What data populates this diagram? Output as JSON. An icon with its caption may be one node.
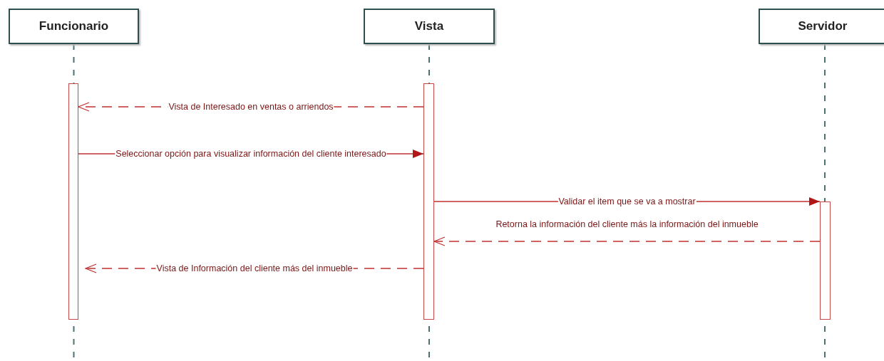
{
  "diagram": {
    "nodes": [
      {
        "text": [
          "Funcionario"
        ]
      },
      {
        "text": [
          "Vista"
        ]
      },
      {
        "text": [
          "Servidor"
        ]
      },
      {
        "text": [],
        "shape": "bar"
      },
      {
        "text": [],
        "shape": "bar"
      },
      {
        "text": [],
        "shape": "bar"
      }
    ],
    "edges": [
      {
        "from": 4,
        "to": 3,
        "arrow": "to",
        "style": "dashed",
        "label": "Vista de Interesado en  ventas o arriendos"
      },
      {
        "from": 3,
        "to": 4,
        "arrow": "to",
        "label": "Seleccionar opción para visualizar información del cliente interesado"
      },
      {
        "from": 4,
        "to": 5,
        "arrow": "to",
        "label": "Validar el item que se va a mostrar"
      },
      {
        "from": 5,
        "to": 4,
        "arrow": "to",
        "style": "dashed",
        "label": "Retorna la información del cliente más la información del inmueble"
      },
      {
        "from": 4,
        "to": 3,
        "arrow": "to",
        "style": "dashed",
        "label": "Vista de Información del cliente más del inmueble"
      }
    ]
  }
}
